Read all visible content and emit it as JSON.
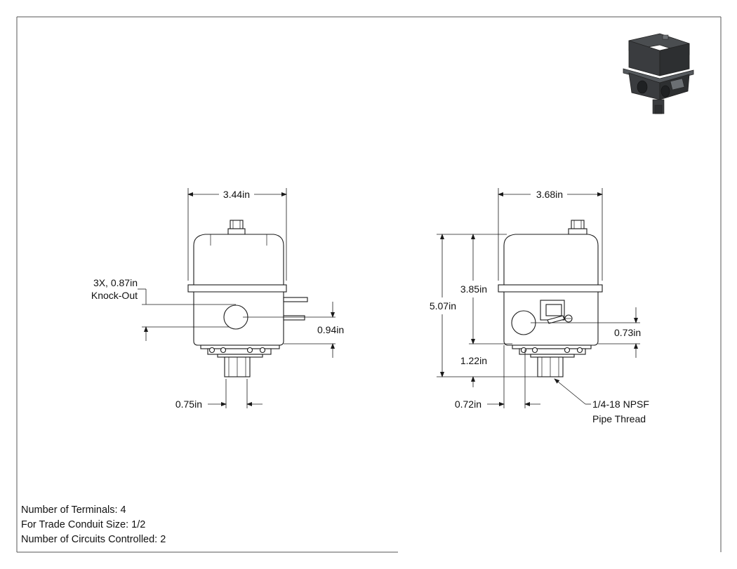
{
  "front_view": {
    "width_dim": "3.44in",
    "knockout_qty": "3X, 0.87in",
    "knockout_label": "Knock-Out",
    "knockout_offset_dim": "0.94in",
    "port_dim": "0.75in"
  },
  "side_view": {
    "width_dim": "3.68in",
    "overall_height_dim": "5.07in",
    "body_height_dim": "3.85in",
    "base_height_dim": "1.22in",
    "knockout_offset_dim": "0.73in",
    "port_dim": "0.72in",
    "thread_line1": "1/4-18 NPSF",
    "thread_line2": "Pipe Thread"
  },
  "specs": {
    "terminals": "Number of Terminals: 4",
    "conduit": "For Trade Conduit Size: 1/2",
    "circuits": "Number of Circuits Controlled: 2"
  },
  "colors": {
    "iso_body": "#2d2f31",
    "iso_top": "#4a4d50",
    "iso_highlight": "#6b6f73"
  }
}
